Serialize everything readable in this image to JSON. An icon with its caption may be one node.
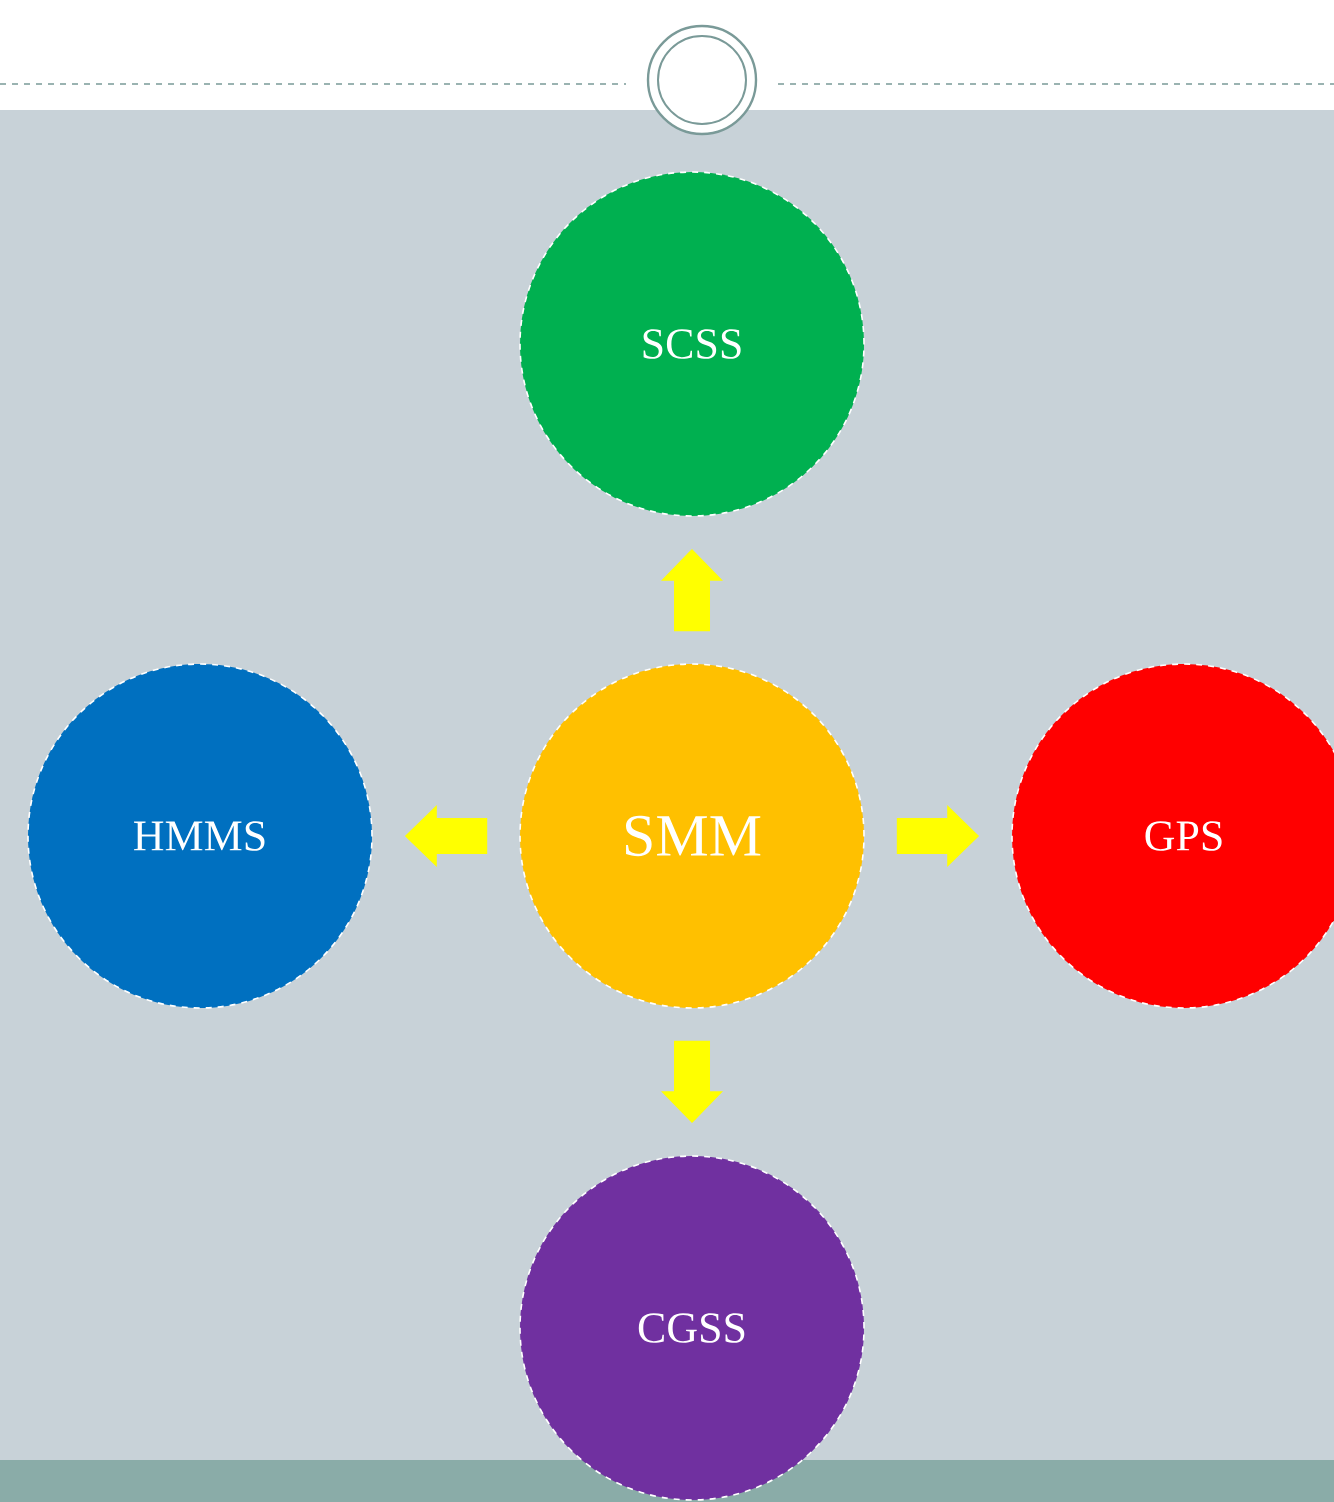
{
  "diagram": {
    "nodes": [
      {
        "text": [
          "SCSS"
        ]
      },
      {
        "text": [
          "HMMS"
        ]
      },
      {
        "text": [
          "SMM"
        ]
      },
      {
        "text": [
          "GPS"
        ]
      },
      {
        "text": [
          "CGSS"
        ]
      }
    ],
    "edges": [
      {
        "from": 2,
        "to": 0,
        "arrow": "to"
      },
      {
        "from": 2,
        "to": 1,
        "arrow": "to"
      },
      {
        "from": 2,
        "to": 3,
        "arrow": "to"
      },
      {
        "from": 2,
        "to": 4,
        "arrow": "to"
      }
    ]
  }
}
